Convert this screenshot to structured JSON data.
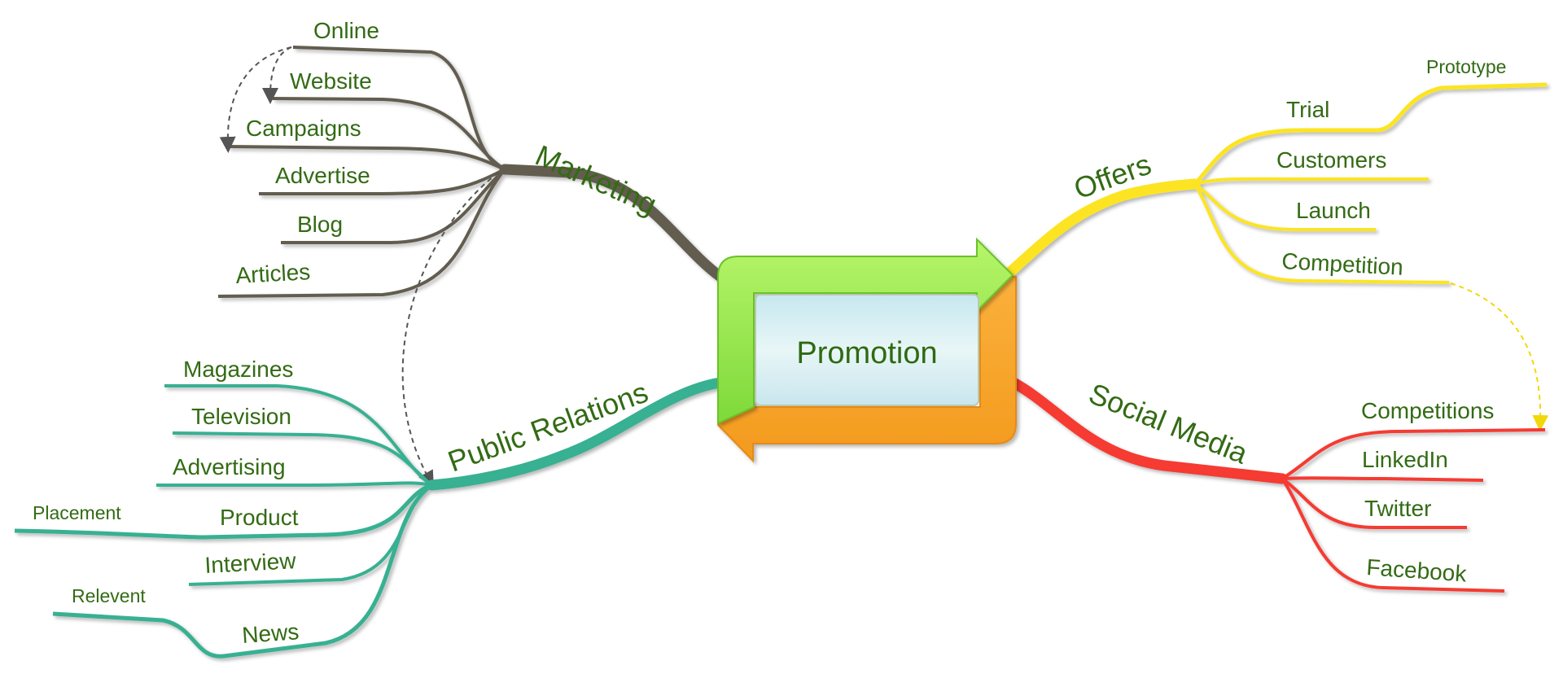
{
  "center": {
    "label": "Promotion"
  },
  "branches": {
    "marketing": {
      "label": "Marketing",
      "color": "#625d4f",
      "children": [
        "Online",
        "Website",
        "Campaigns",
        "Advertise",
        "Blog",
        "Articles"
      ]
    },
    "public_relations": {
      "label": "Public Relations",
      "color": "#37b092",
      "children": [
        "Magazines",
        "Television",
        "Advertising",
        "Product",
        "Interview",
        "News"
      ],
      "sub": {
        "placement": "Placement",
        "relevent": "Relevent"
      }
    },
    "offers": {
      "label": "Offers",
      "color": "#fce421",
      "children": [
        "Trial",
        "Customers",
        "Launch",
        "Competition"
      ],
      "sub": {
        "prototype": "Prototype"
      }
    },
    "social_media": {
      "label": "Social Media",
      "color": "#f53a33",
      "children": [
        "Competitions",
        "LinkedIn",
        "Twitter",
        "Facebook"
      ]
    }
  }
}
